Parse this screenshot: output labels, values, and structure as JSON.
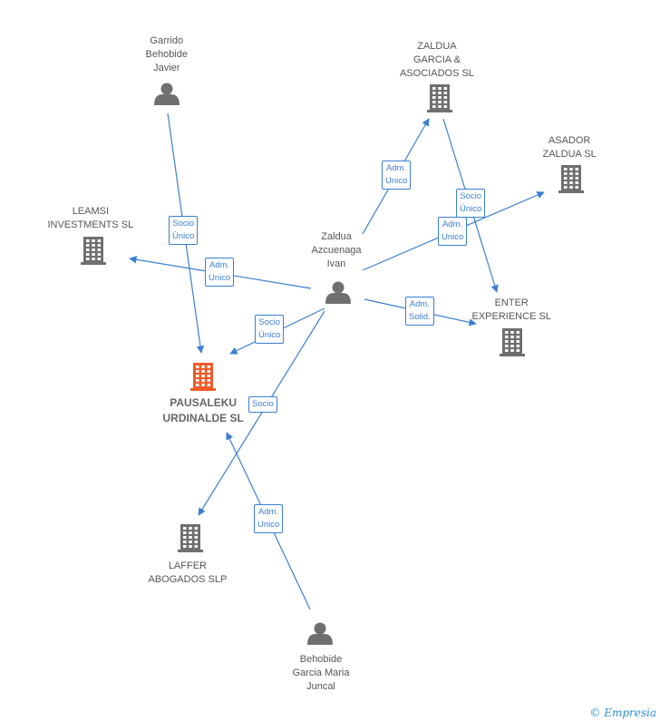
{
  "colors": {
    "edge": "#3b7fd1",
    "icon": "#6f6f6f",
    "main_icon": "#f05a28"
  },
  "nodes": [
    {
      "id": "garrido",
      "type": "person",
      "label": "Garrido\nBehobide\nJavier"
    },
    {
      "id": "zaldua_garcia",
      "type": "company",
      "label": "ZALDUA\nGARCIA &\nASOCIADOS  SL"
    },
    {
      "id": "asador",
      "type": "company",
      "label": "ASADOR\nZALDUA SL"
    },
    {
      "id": "leamsi",
      "type": "company",
      "label": "LEAMSI\nINVESTMENTS SL"
    },
    {
      "id": "zaldua_ivan",
      "type": "person",
      "label": "Zaldua\nAzcuenaga\nIvan"
    },
    {
      "id": "enter",
      "type": "company",
      "label": "ENTER\nEXPERIENCE  SL"
    },
    {
      "id": "pausaleku",
      "type": "company",
      "main": true,
      "label": "PAUSALEKU\nURDINALDE SL"
    },
    {
      "id": "laffer",
      "type": "company",
      "label": "LAFFER\nABOGADOS SLP"
    },
    {
      "id": "behobide",
      "type": "person",
      "label": "Behobide\nGarcia Maria\nJuncal"
    }
  ],
  "edges": [
    {
      "from": "garrido",
      "to": "pausaleku",
      "label": "Socio\nÚnico"
    },
    {
      "from": "zaldua_ivan",
      "to": "leamsi",
      "label": "Adm.\nUnico"
    },
    {
      "from": "zaldua_ivan",
      "to": "pausaleku",
      "label": "Socio\nÚnico"
    },
    {
      "from": "zaldua_ivan",
      "to": "zaldua_garcia",
      "label": "Adm.\nUnico"
    },
    {
      "from": "zaldua_garcia",
      "to": "enter",
      "label": "Socio\nÚnico"
    },
    {
      "from": "zaldua_ivan",
      "to": "asador",
      "label": "Adm.\nUnico"
    },
    {
      "from": "zaldua_ivan",
      "to": "enter",
      "label": "Adm.\nSolid."
    },
    {
      "from": "zaldua_ivan",
      "to": "laffer",
      "label": "Socio"
    },
    {
      "from": "behobide",
      "to": "pausaleku",
      "label": "Adm.\nUnico"
    }
  ],
  "brand": {
    "copyright": "©",
    "name": "Empresia"
  }
}
